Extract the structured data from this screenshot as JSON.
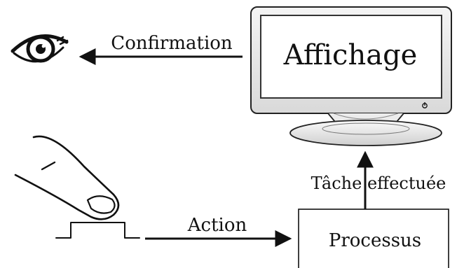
{
  "diagram": {
    "display_label": "Affichage",
    "process_label": "Processus",
    "edges": {
      "confirmation": "Confirmation",
      "action": "Action",
      "task_done": "Tâche effectuée"
    }
  },
  "icons": {
    "viewer": "eye-icon",
    "input": "finger-press-icon",
    "output": "monitor-icon",
    "power": "power-icon"
  }
}
